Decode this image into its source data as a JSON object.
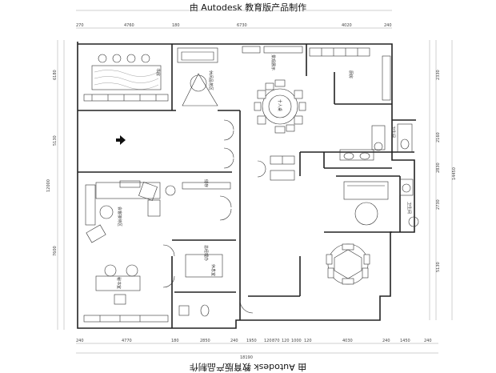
{
  "watermark": "由 Autodesk 教育版产品制作",
  "dimensions": {
    "top": [
      "270",
      "4760",
      "180",
      "6730",
      "4020",
      "240"
    ],
    "bottom": [
      "240",
      "4770",
      "180",
      "2850",
      "240",
      "1950",
      "120",
      "870",
      "120",
      "1000",
      "120",
      "4030",
      "240",
      "1450",
      "240"
    ],
    "bottom_total": "18190",
    "left": [
      "6180",
      "5130",
      "12000",
      "7600"
    ],
    "right": [
      "2330",
      "2160",
      "2830",
      "2730",
      "5130",
      "14450"
    ]
  },
  "rooms": {
    "study": "书房",
    "tea_area": "休闲品茗区",
    "display": "景观展示",
    "kitchen": "厨房",
    "dining": "十人桌",
    "storage": "储存",
    "reception": "会客接待区",
    "office": "总经理办",
    "secretary": "秘书室",
    "lounge": "休息室",
    "toilet_1": "卫生间",
    "toilet_2": "卫生间"
  }
}
